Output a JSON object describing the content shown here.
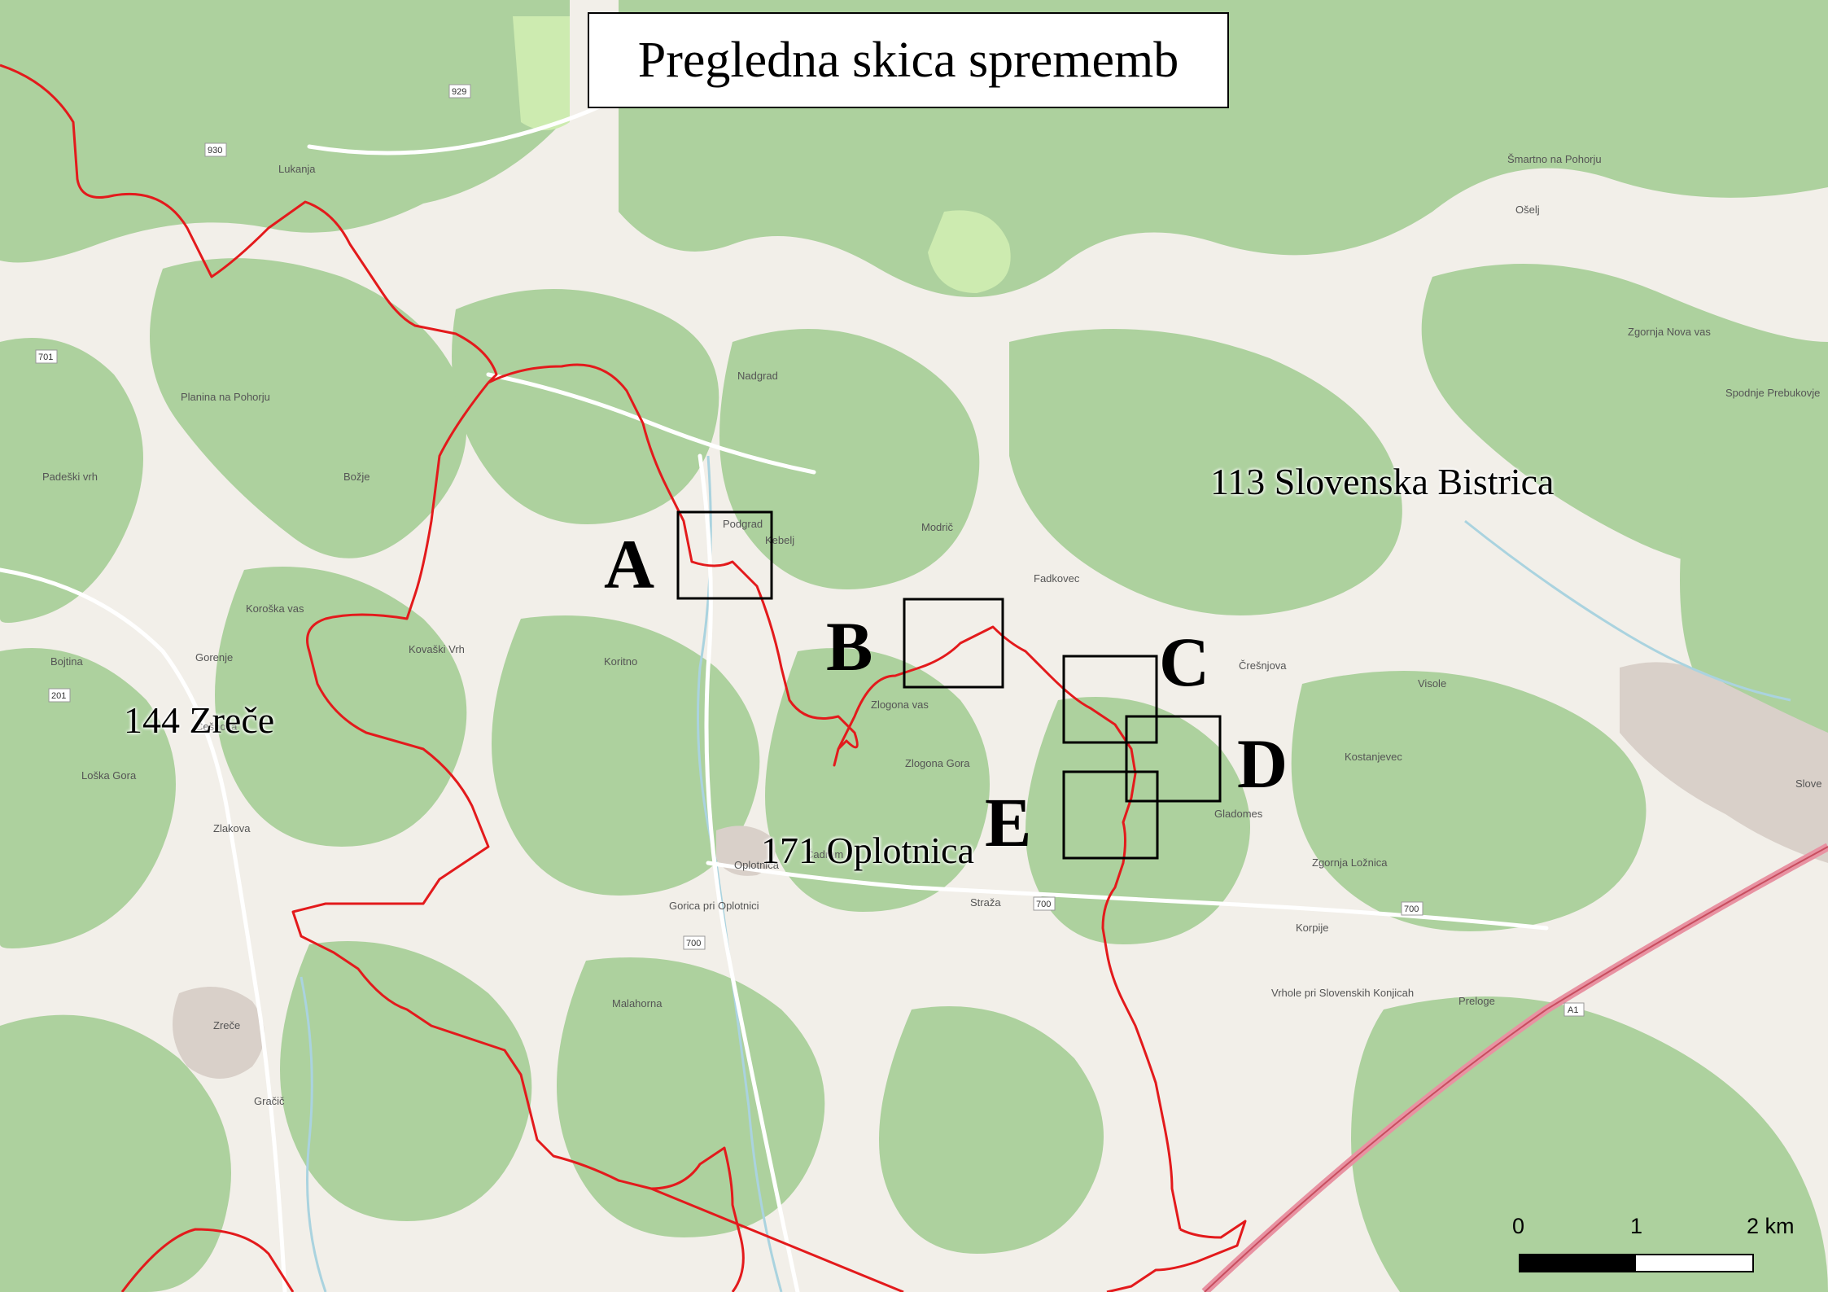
{
  "title": "Pregledna skica sprememb",
  "municipalities": [
    {
      "id": "slovenska-bistrica",
      "label": "113 Slovenska Bistrica"
    },
    {
      "id": "zrece",
      "label": "144 Zreče"
    },
    {
      "id": "oplotnica",
      "label": "171 Oplotnica"
    }
  ],
  "change_areas": [
    {
      "id": "A",
      "label": "A"
    },
    {
      "id": "B",
      "label": "B"
    },
    {
      "id": "C",
      "label": "C"
    },
    {
      "id": "D",
      "label": "D"
    },
    {
      "id": "E",
      "label": "E"
    }
  ],
  "scale_bar": {
    "labels": [
      "0",
      "1",
      "2 km"
    ]
  },
  "places": [
    "Podgrad",
    "Kebelj",
    "Nadgrad",
    "Modrič",
    "Fadkovec",
    "Zlogona vas",
    "Zlogona Gora",
    "Čadram",
    "Oplotnica",
    "Gorica pri Oplotnici",
    "Malahorna",
    "Straža",
    "Gladomes",
    "Zgornja Ložnica",
    "Kostanjevec",
    "Visole",
    "Korpije",
    "Preloge",
    "Vrhole pri Slovenskih Konjicah",
    "Zreče",
    "Gračič",
    "Koritno",
    "Kovaški Vrh",
    "Koroška vas",
    "Gorenje",
    "Češnova",
    "Loška Gora",
    "Zlakova",
    "Bojtina",
    "Padeški vrh",
    "Planina na Pohorju",
    "Božje",
    "Lukanja",
    "Šmartno na Pohorju",
    "Ošelj",
    "Zgornja Nova vas",
    "Spodnje Prebukovje",
    "Črešnjova",
    "Slove"
  ],
  "roads": [
    "929",
    "930",
    "701",
    "201",
    "700",
    "A1"
  ],
  "colors": {
    "boundary": "#e31a1c",
    "forest": "#add19e",
    "background": "#f2efe9",
    "frame": "#000000"
  }
}
